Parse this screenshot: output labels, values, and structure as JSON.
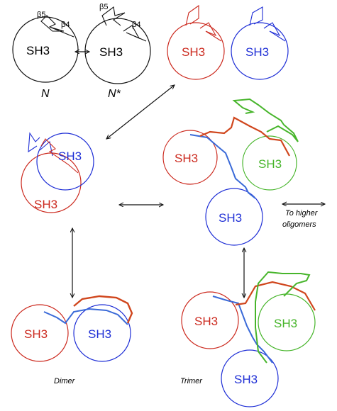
{
  "domain_label": "SH3",
  "strands": {
    "b5": "β5",
    "b4": "β4"
  },
  "states": {
    "native": "N",
    "native_star": "N*"
  },
  "captions": {
    "dimer": "Dimer",
    "trimer": "Trimer",
    "higher_line1": "To higher",
    "higher_line2": "oligomers"
  },
  "colors": {
    "black": "#111111",
    "red": "#cc2a1f",
    "blue": "#1f2fd6",
    "green": "#47b52b",
    "orange": "#d0461d",
    "mid_blue": "#3a6ad8"
  }
}
